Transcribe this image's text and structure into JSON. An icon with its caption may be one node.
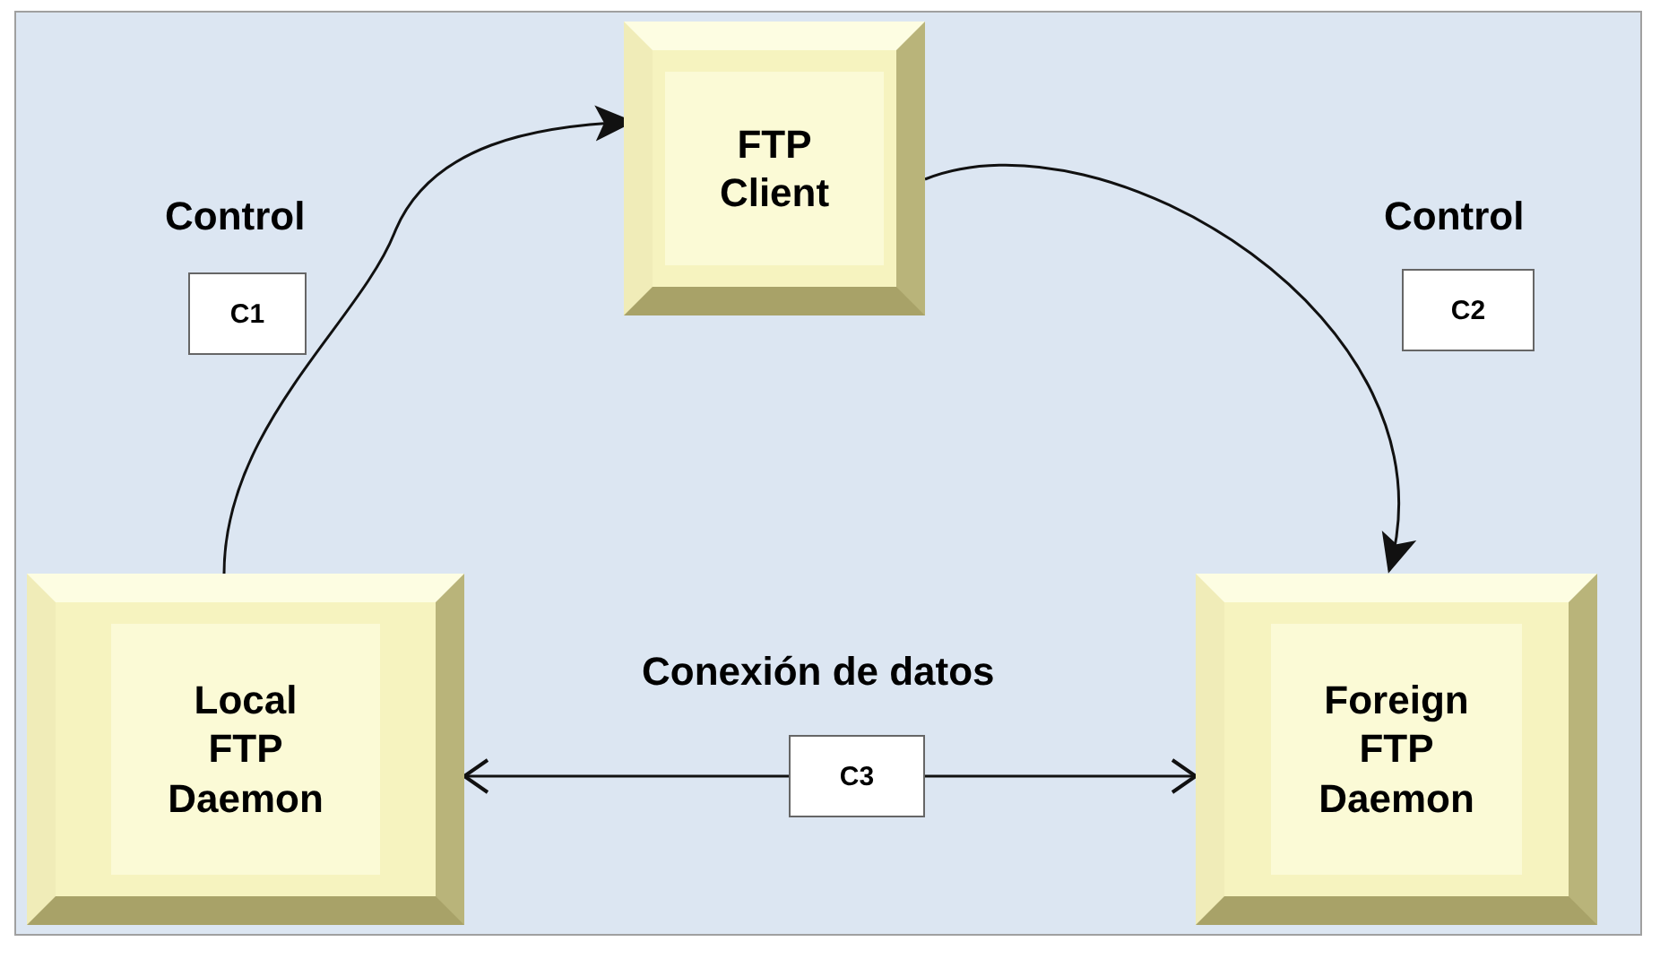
{
  "diagram": {
    "nodes": [
      {
        "text": [
          "FTP Client"
        ]
      },
      {
        "text": [
          "Local FTP Daemon"
        ]
      },
      {
        "text": [
          "Foreign FTP Daemon"
        ]
      },
      {
        "text": [
          "C1"
        ],
        "beside": [
          "Control"
        ]
      },
      {
        "text": [
          "C2"
        ],
        "beside": [
          "Control"
        ]
      },
      {
        "text": [
          "C3"
        ],
        "beside": [
          "Conexión de datos"
        ]
      }
    ],
    "edges": [
      {
        "from": 1,
        "to": 0,
        "arrow": "to"
      },
      {
        "from": 0,
        "to": 2,
        "arrow": "to"
      },
      {
        "from": 5,
        "to": 1,
        "arrow": "to"
      },
      {
        "from": 5,
        "to": 2,
        "arrow": "to"
      }
    ]
  }
}
